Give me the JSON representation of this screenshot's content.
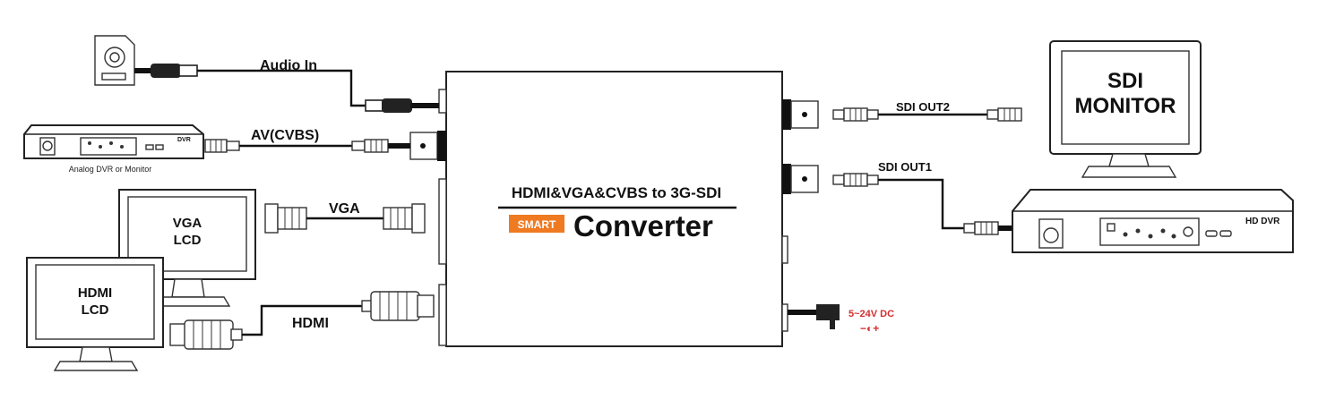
{
  "converter": {
    "title": "HDMI&VGA&CVBS to 3G-SDI",
    "badge": "SMART",
    "name": "Converter"
  },
  "inputs": {
    "audio_label": "Audio In",
    "av_label": "AV(CVBS)",
    "vga_label": "VGA",
    "hdmi_label": "HDMI"
  },
  "devices": {
    "dvr_badge": "DVR",
    "analog_caption": "Analog DVR or Monitor",
    "vga_lcd_line1": "VGA",
    "vga_lcd_line2": "LCD",
    "hdmi_lcd_line1": "HDMI",
    "hdmi_lcd_line2": "LCD",
    "sdi_monitor_line1": "SDI",
    "sdi_monitor_line2": "MONITOR",
    "hd_dvr_label": "HD DVR"
  },
  "outputs": {
    "sdi_out2_label": "SDI OUT2",
    "sdi_out1_label": "SDI OUT1"
  },
  "power": {
    "label": "5~24V DC",
    "polarity": "−◐+",
    "color": "#d32f2f"
  }
}
